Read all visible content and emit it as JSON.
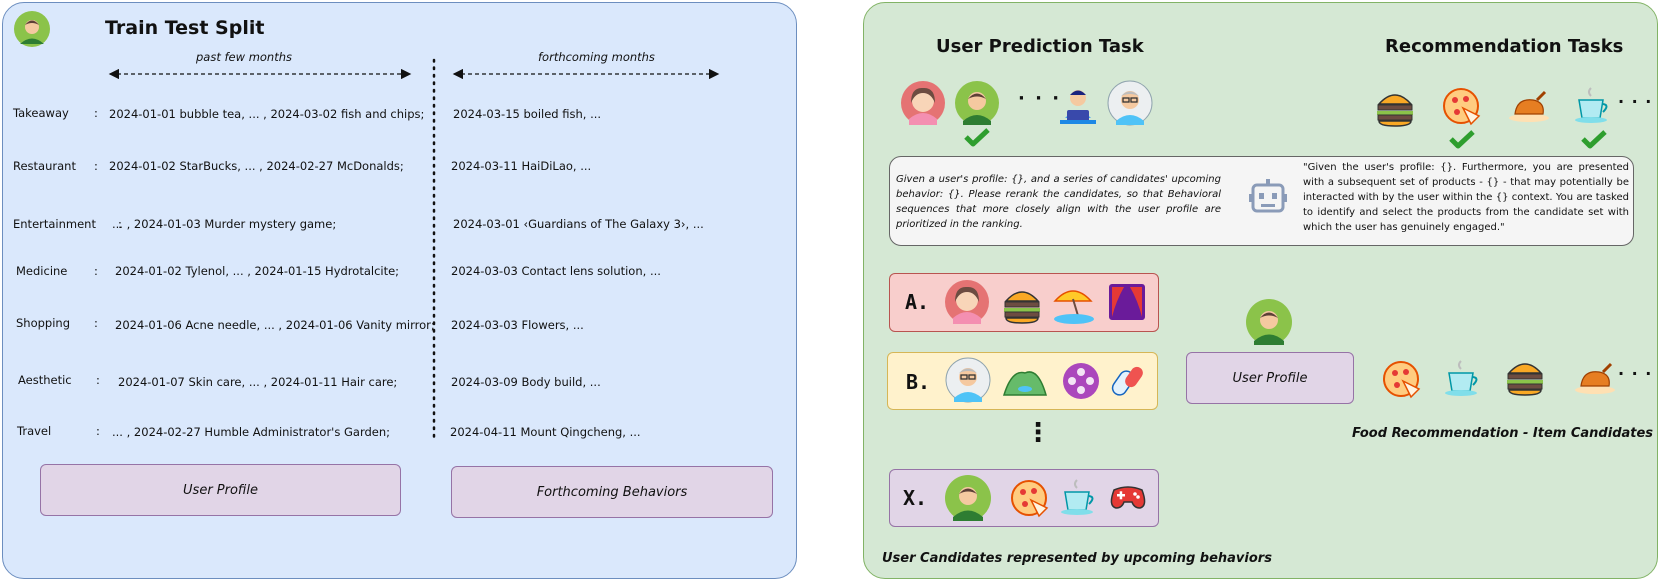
{
  "left": {
    "title": "Train Test Split",
    "past_label": "past few months",
    "future_label": "forthcoming months",
    "rows": [
      {
        "label": "Takeaway",
        "past": "2024-01-01 bubble tea, ... , 2024-03-02 fish and chips;",
        "future": "2024-03-15 boiled fish, ..."
      },
      {
        "label": "Restaurant",
        "past": "2024-01-02 StarBucks, ... , 2024-02-27 McDonalds;",
        "future": "2024-03-11 HaiDiLao, ..."
      },
      {
        "label": "Entertainment",
        "past": "... , 2024-01-03 Murder mystery game;",
        "future": "2024-03-01 ‹Guardians of The Galaxy 3›, ..."
      },
      {
        "label": "Medicine",
        "past": "2024-01-02 Tylenol, ... , 2024-01-15 Hydrotalcite;",
        "future": "2024-03-03 Contact lens solution, ..."
      },
      {
        "label": "Shopping",
        "past": "2024-01-06 Acne needle, ... , 2024-01-06 Vanity mirror;",
        "future": "2024-03-03 Flowers, ..."
      },
      {
        "label": "Aesthetic",
        "past": "2024-01-07 Skin care, ... , 2024-01-11 Hair care;",
        "future": "2024-03-09 Body build, ..."
      },
      {
        "label": "Travel",
        "past": "... , 2024-02-27 Humble Administrator's Garden;",
        "future": "2024-04-11 Mount Qingcheng, ..."
      }
    ],
    "colon": ":",
    "user_profile_box": "User Profile",
    "forthcoming_box": "Forthcoming Behaviors"
  },
  "right": {
    "user_task_title": "User Prediction Task",
    "rec_task_title": "Recommendation Tasks",
    "ellipsis": "· · ·",
    "prompt_user": "Given a user's profile: {}, and a series of candidates' upcoming behavior: {}. Please rerank the candidates, so that Behavioral sequences that more closely align with the user profile are prioritized in the ranking.",
    "prompt_rec": "\"Given the user's profile: {}. Furthermore, you are presented with a subsequent set of products - {} - that may potentially be interacted with by the user within the {} context. You are tasked to identify and select the products from the candidate set with which the user has genuinely engaged.\"",
    "candidates": [
      {
        "letter": "A."
      },
      {
        "letter": "B."
      },
      {
        "letter": "X."
      }
    ],
    "vertical_dots": "⋮",
    "user_profile_box": "User Profile",
    "food_caption": "Food Recommendation - Item Candidates",
    "bottom_caption": "User Candidates represented by upcoming behaviors"
  },
  "colors": {
    "left_bg": "#dae8fc",
    "right_bg": "#d5e8d4",
    "purple_box": "#e1d5e7",
    "cand_a_bg": "#f8cecc",
    "cand_b_bg": "#fff2cc",
    "cand_x_bg": "#e1d5e7",
    "check_green": "#2e9e2e"
  }
}
